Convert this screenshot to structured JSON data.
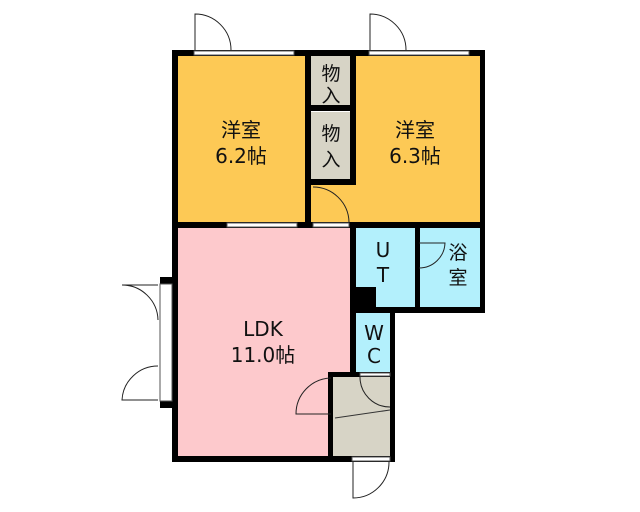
{
  "floorplan": {
    "rooms": {
      "western1": {
        "name": "洋室",
        "size": "6.2帖"
      },
      "western2": {
        "name": "洋室",
        "size": "6.3帖"
      },
      "closet1": {
        "line1": "物",
        "line2": "入"
      },
      "closet2": {
        "line1": "物",
        "line2": "入"
      },
      "ldk": {
        "name": "LDK",
        "size": "11.0帖"
      },
      "utility": {
        "line1": "U",
        "line2": "T"
      },
      "bath": {
        "line1": "浴",
        "line2": "室"
      },
      "wc": {
        "line1": "W",
        "line2": "C"
      }
    },
    "colors": {
      "western": "#fdc955",
      "ldk": "#fdc9cc",
      "wet": "#b3f0fc",
      "storage": "#d7d4c6",
      "wall": "#000000"
    }
  }
}
